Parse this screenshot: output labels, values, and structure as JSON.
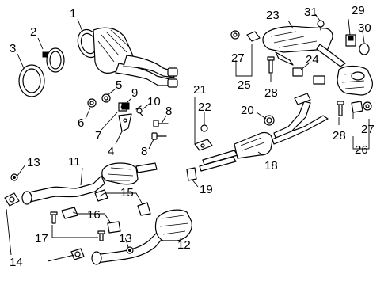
{
  "colors": {
    "line": "#000000",
    "background": "#ffffff"
  },
  "callouts": [
    {
      "label": "1"
    },
    {
      "label": "2"
    },
    {
      "label": "3"
    },
    {
      "label": "4"
    },
    {
      "label": "5"
    },
    {
      "label": "6"
    },
    {
      "label": "7"
    },
    {
      "label": "8"
    },
    {
      "label": "8"
    },
    {
      "label": "9"
    },
    {
      "label": "10"
    },
    {
      "label": "11"
    },
    {
      "label": "12"
    },
    {
      "label": "13"
    },
    {
      "label": "13"
    },
    {
      "label": "14"
    },
    {
      "label": "15"
    },
    {
      "label": "16"
    },
    {
      "label": "17"
    },
    {
      "label": "18"
    },
    {
      "label": "19"
    },
    {
      "label": "20"
    },
    {
      "label": "21"
    },
    {
      "label": "22"
    },
    {
      "label": "23"
    },
    {
      "label": "24"
    },
    {
      "label": "25"
    },
    {
      "label": "26"
    },
    {
      "label": "27"
    },
    {
      "label": "27"
    },
    {
      "label": "28"
    },
    {
      "label": "28"
    },
    {
      "label": "29"
    },
    {
      "label": "30"
    },
    {
      "label": "31"
    }
  ]
}
